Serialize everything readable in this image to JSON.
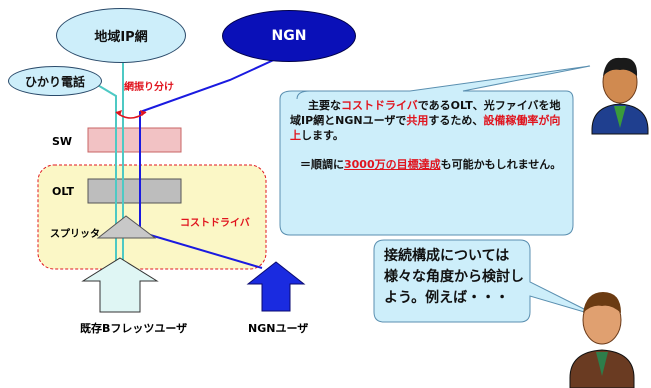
{
  "nodes": {
    "regional_ip": "地域IP網",
    "ngn": "NGN",
    "hikari_denwa": "ひかり電話"
  },
  "labels": {
    "sw": "SW",
    "olt": "OLT",
    "splitter": "スプリッタ",
    "cost_driver": "コストドライバ",
    "network_split": "網振り分け",
    "existing_users": "既存Bフレッツユーザ",
    "ngn_users": "NGNユーザ"
  },
  "callout1": {
    "p1_a": "主要な",
    "p1_b": "コストドライバ",
    "p1_c": "であるOLT、光ファイバを地域IP網とNGNユーザで",
    "p1_d": "共用",
    "p1_e": "するため、",
    "p1_f": "設備稼働率が向上",
    "p1_g": "します。",
    "p2_a": "＝順調に",
    "p2_b": "3000万の目標達成",
    "p2_c": "も可能かもしれません。"
  },
  "callout2": {
    "text": "接続構成については様々な角度から検討しよう。例えば・・・"
  },
  "colors": {
    "regional_fill": "#cdeefa",
    "ngn_fill": "#0a10b8",
    "callout_fill": "#cdeefa",
    "cost_box_fill": "#fbf7c6",
    "cost_box_border": "#e0141e",
    "sw_fill": "#f2c2c4",
    "teal_line": "#4ec9c4",
    "blue_line": "#1a1ae0"
  }
}
